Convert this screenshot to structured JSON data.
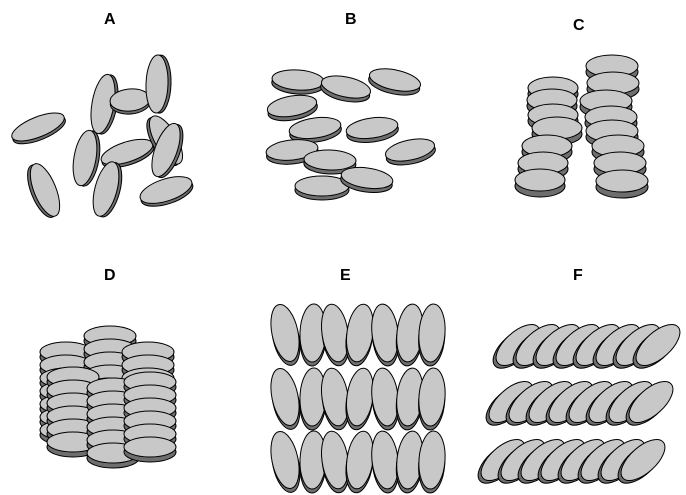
{
  "panels": [
    {
      "id": "A",
      "label": "A",
      "arrangement": "isotropic"
    },
    {
      "id": "B",
      "label": "B",
      "arrangement": "nematic"
    },
    {
      "id": "C",
      "label": "C",
      "arrangement": "columnar-stacks"
    },
    {
      "id": "D",
      "label": "D",
      "arrangement": "hexagonal-columnar"
    },
    {
      "id": "E",
      "label": "E",
      "arrangement": "layered-upright"
    },
    {
      "id": "F",
      "label": "F",
      "arrangement": "layered-tilted"
    }
  ],
  "colors": {
    "disc_fill": "#c8c8c8",
    "disc_edge": "#6e6e6e",
    "outline": "#000000",
    "background": "#ffffff"
  }
}
